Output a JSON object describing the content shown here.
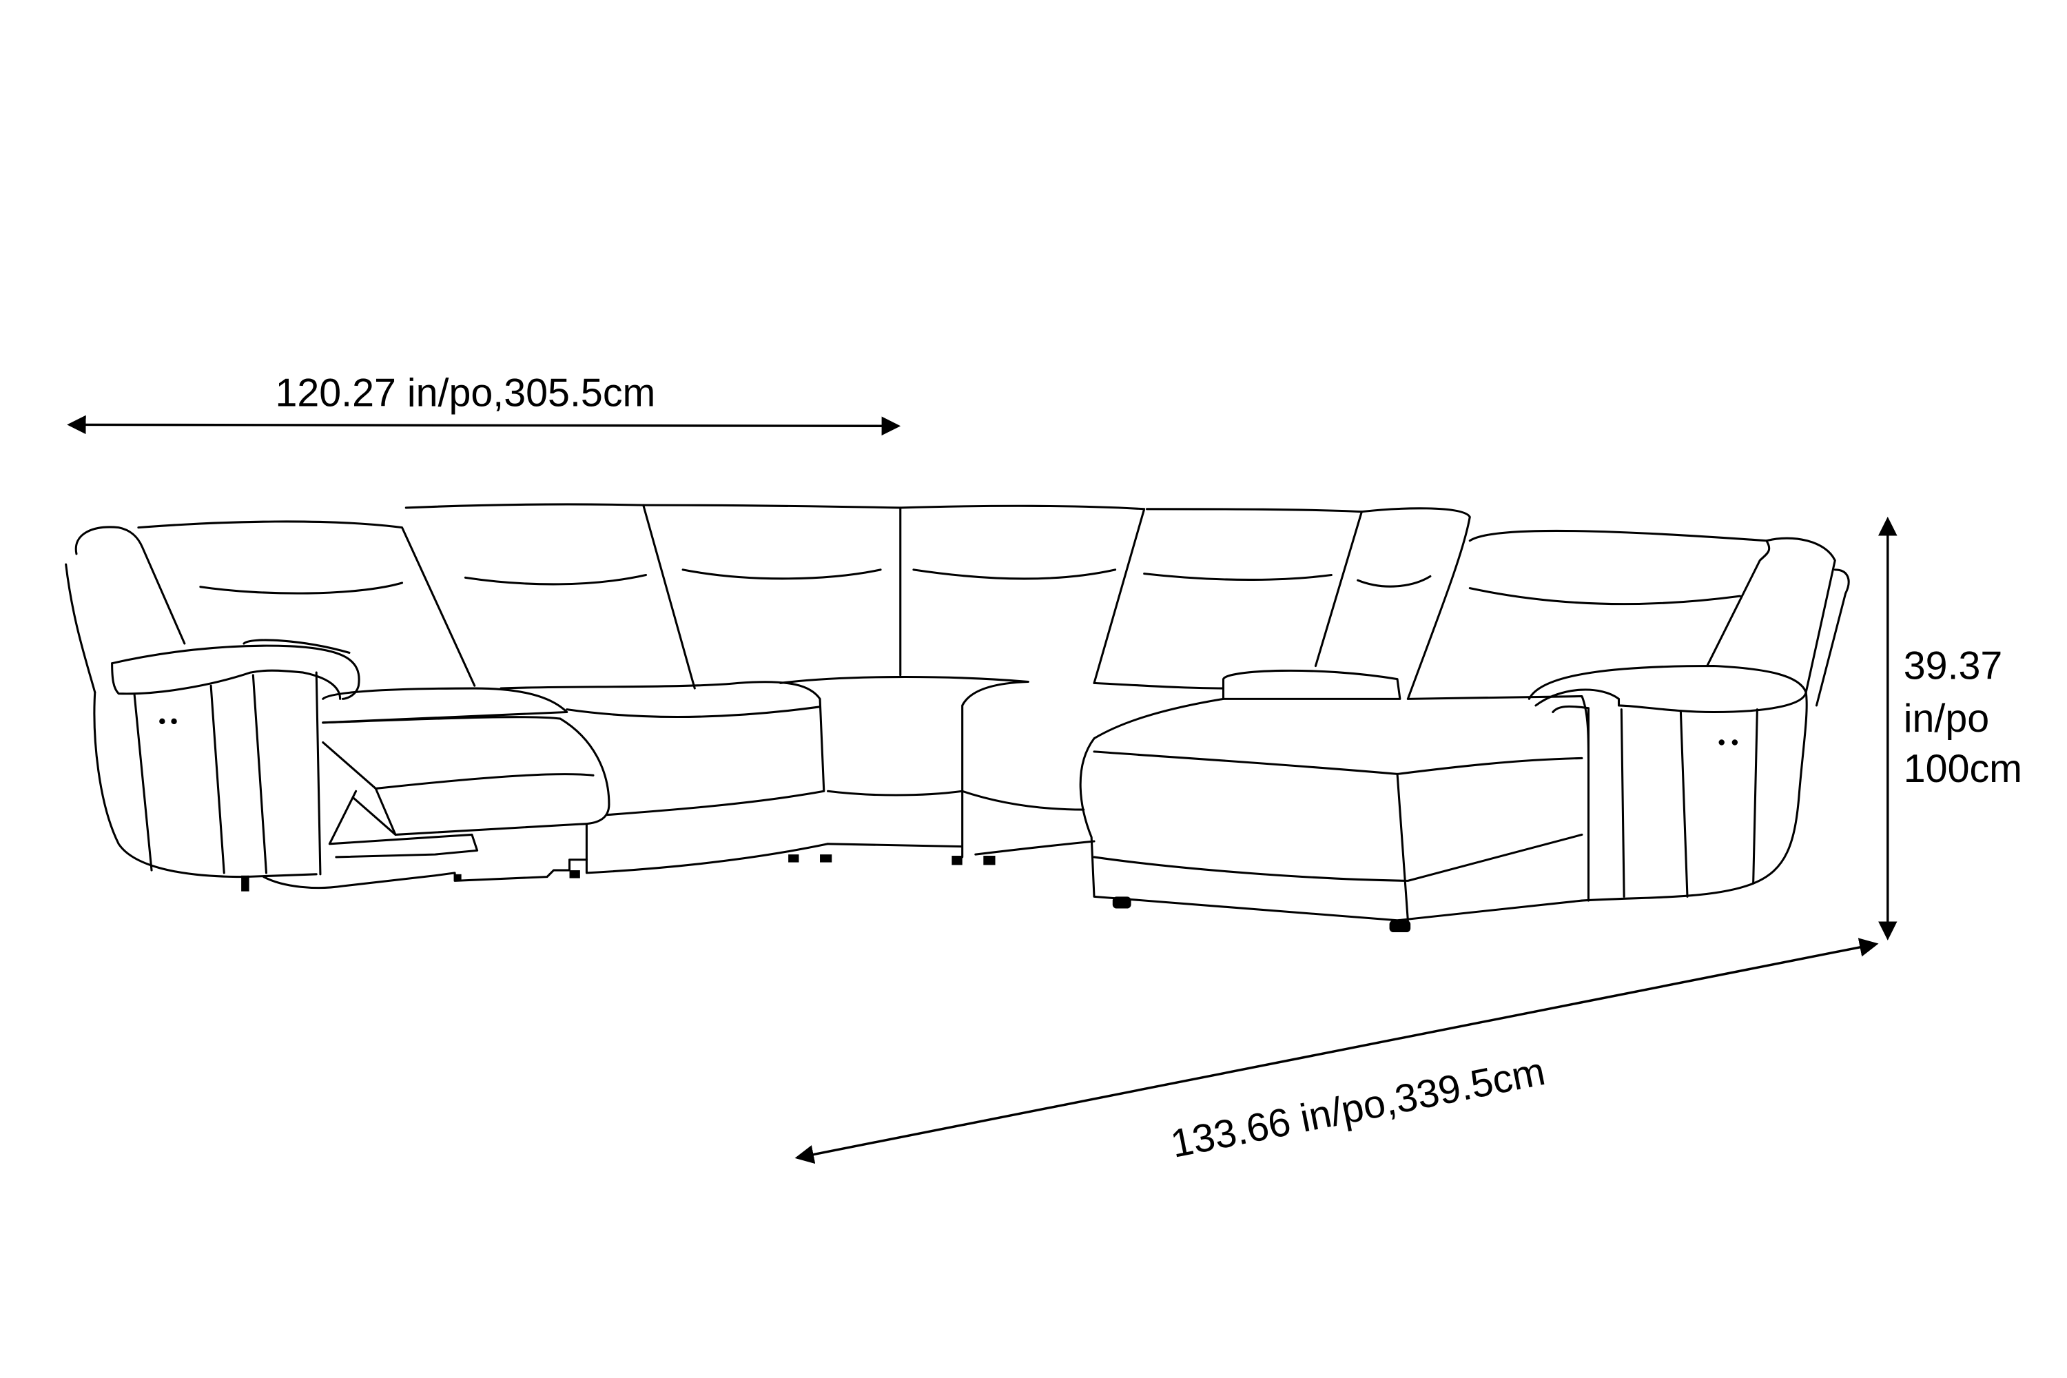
{
  "dimensions": {
    "width": "120.27 in/po,305.5cm",
    "height_line1": "39.37",
    "height_line2": "in/po",
    "height_line3": "100cm",
    "depth": "133.66 in/po,339.5cm"
  },
  "colors": {
    "line": "#000000",
    "background": "#ffffff"
  }
}
